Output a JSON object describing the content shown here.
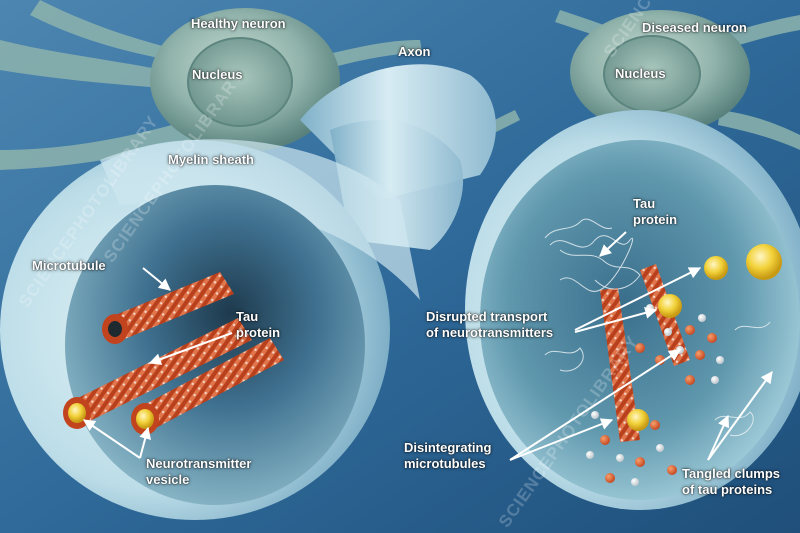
{
  "labels": {
    "healthy_neuron": "Healthy neuron",
    "healthy_nucleus": "Nucleus",
    "axon": "Axon",
    "diseased_neuron": "Diseased neuron",
    "diseased_nucleus": "Nucleus",
    "myelin_sheath": "Myelin sheath",
    "microtubule": "Microtubule",
    "tau_protein_healthy": [
      "Tau",
      "protein"
    ],
    "neurotransmitter_vesicle": [
      "Neurotransmitter",
      "vesicle"
    ],
    "tau_protein_diseased": [
      "Tau",
      "protein"
    ],
    "disrupted_transport": [
      "Disrupted transport",
      "of neurotransmitters"
    ],
    "disintegrating_microtubules": [
      "Disintegrating",
      "microtubules"
    ],
    "tangled_clumps": [
      "Tangled clumps",
      "of tau proteins"
    ]
  },
  "watermarks": [
    "SCIENCEPHOTOLIBRARY",
    "SCIENCEPHOTOLIBRARY",
    "SCIENCEPHOTOLIBRARY",
    "SCIENCEPHOTOLIBRARY"
  ],
  "colors": {
    "background": "#2f6a9a",
    "membrane": "#bfe0ea",
    "lumen": "#4b7f9e",
    "microtubule": "#c2441e",
    "vesicle": "#f2d23a",
    "label_text": "#ffffff"
  }
}
